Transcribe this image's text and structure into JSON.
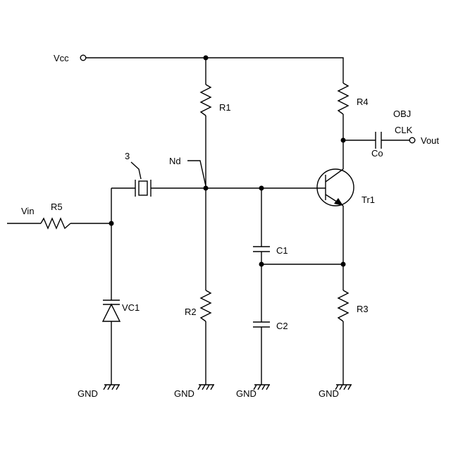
{
  "labels": {
    "vcc": "Vcc",
    "vin": "Vin",
    "vout": "Vout",
    "r1": "R1",
    "r2": "R2",
    "r3": "R3",
    "r4": "R4",
    "r5": "R5",
    "c1": "C1",
    "c2": "C2",
    "co": "Co",
    "vc1": "VC1",
    "tr1": "Tr1",
    "nd": "Nd",
    "crystal_ref": "3",
    "obj": "OBJ",
    "clk": "CLK",
    "gnd": "GND"
  }
}
